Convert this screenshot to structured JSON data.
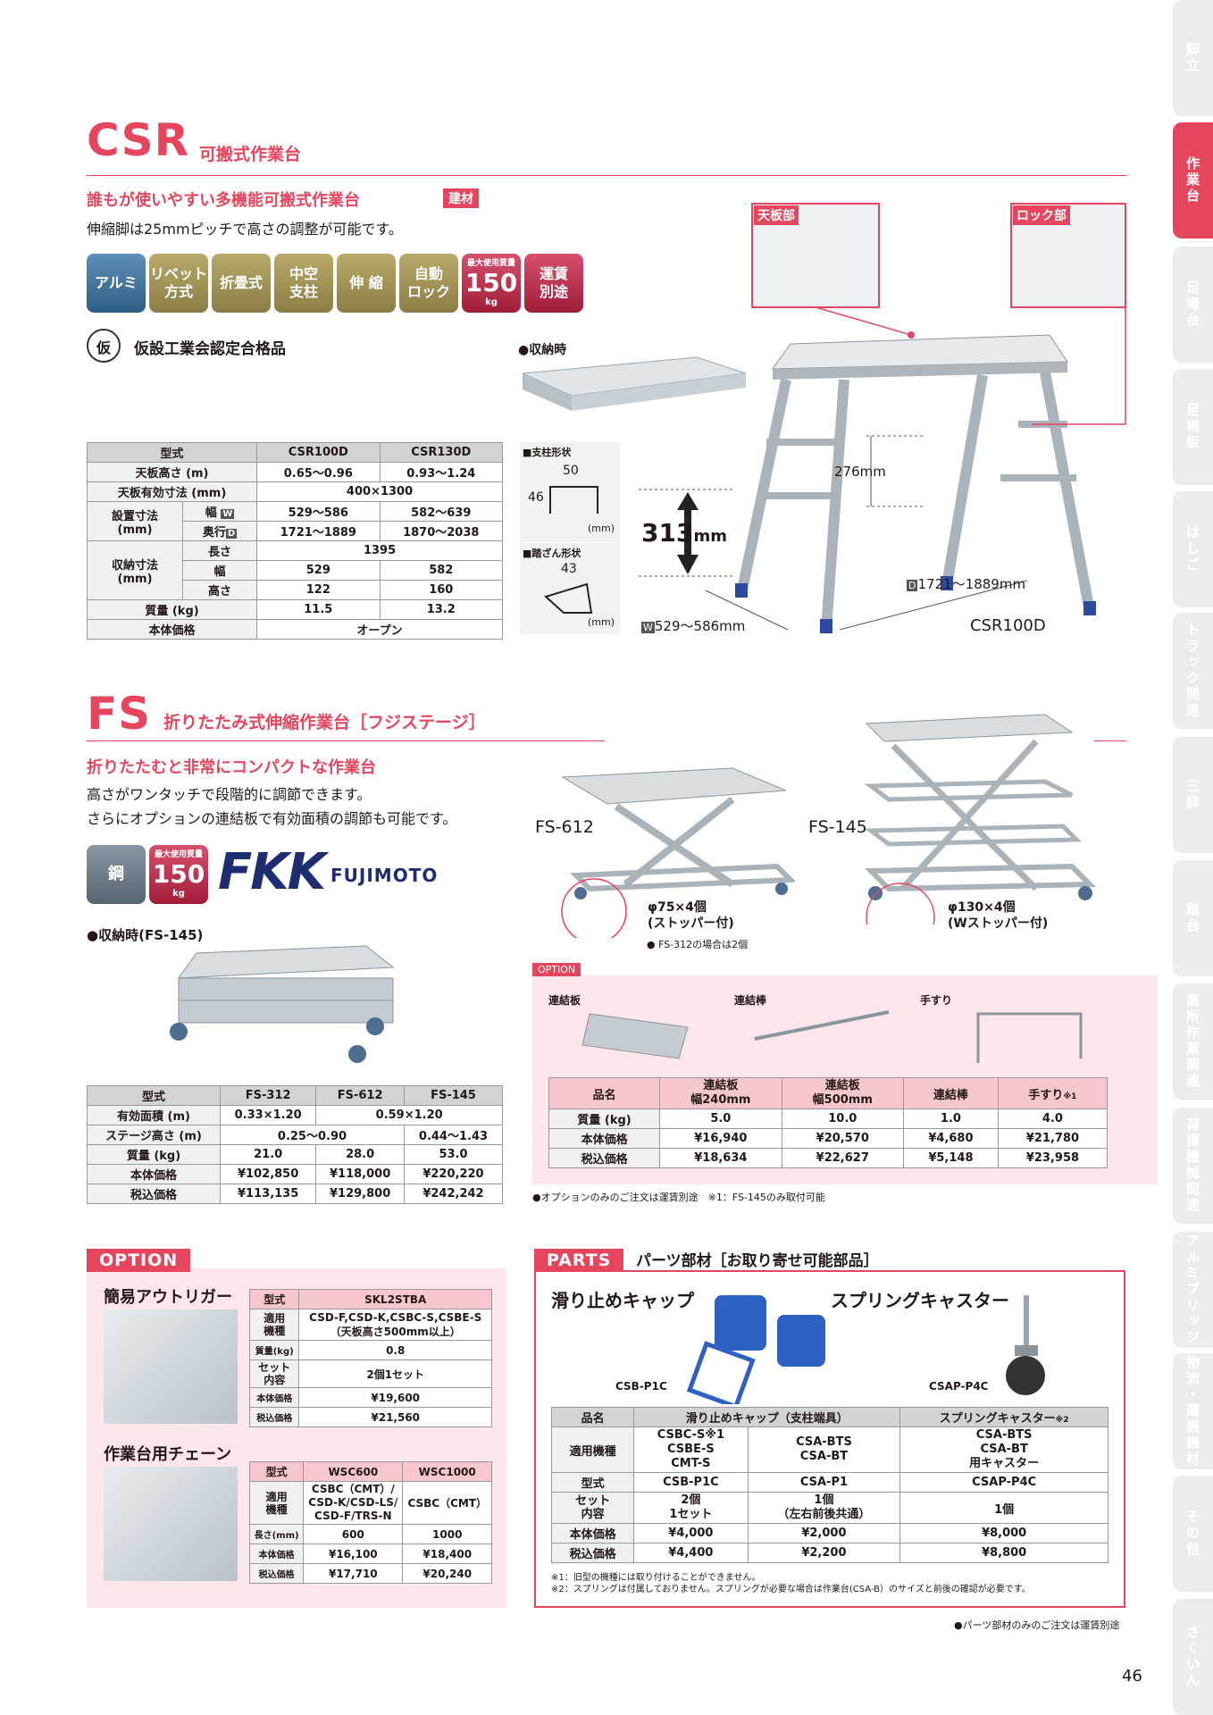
{
  "side_tabs": [
    "脚立",
    "作業台",
    "足場台",
    "足場板",
    "はしご",
    "トラック関連",
    "三脚",
    "踏台",
    "高所作業関連",
    "荷揚機械関連",
    "アルミブリッジ",
    "物流・運搬機材",
    "その他",
    "さくいん"
  ],
  "page_number": "46",
  "csr": {
    "code": "CSR",
    "name": "可搬式作業台",
    "catch": "誰もが使いやすい多機能可搬式作業台",
    "tag": "建材",
    "desc": "伸縮脚は25mmピッチで高さの調整が可能です。",
    "badges": [
      "アルミ",
      "リベット\n方式",
      "折畳式",
      "中空\n支柱",
      "伸 縮",
      "自動\nロック"
    ],
    "max_load_label": "最大使用質量",
    "max_load": "150",
    "max_load_unit": "kg",
    "shipping": "運賃\n別途",
    "cert_mark": "仮",
    "cert": "仮設工業会認定合格品",
    "storage_label": "●収納時",
    "callout_top": "天板部",
    "callout_lock": "ロック部",
    "dim_276": "276mm",
    "dim_313": "313",
    "dim_313_unit": "mm",
    "dim_d_letter": "D",
    "dim_d": "1721～1889mm",
    "dim_w_letter": "W",
    "dim_w": "529～586mm",
    "model_label": "CSR100D",
    "pillar_title": "■支柱形状",
    "pillar_w": "50",
    "pillar_h": "46",
    "pillar_unit": "(mm)",
    "step_title": "■踏ざん形状",
    "step_w": "43",
    "step_unit": "(mm)",
    "table": {
      "h_model": "型式",
      "models": [
        "CSR100D",
        "CSR130D"
      ],
      "r_top_height": "天板高さ (m)",
      "top_height": [
        "0.65～0.96",
        "0.93～1.24"
      ],
      "r_top_size": "天板有効寸法 (mm)",
      "top_size": "400×1300",
      "r_install": "設置寸法\n(mm)",
      "r_width": "幅",
      "r_width_letter": "W",
      "install_width": [
        "529～586",
        "582～639"
      ],
      "r_depth": "奥行",
      "r_depth_letter": "D",
      "install_depth": [
        "1721～1889",
        "1870～2038"
      ],
      "r_storage": "収納寸法\n(mm)",
      "r_len": "長さ",
      "storage_len": "1395",
      "r_sw": "幅",
      "storage_w": [
        "529",
        "582"
      ],
      "r_sh": "高さ",
      "storage_h": [
        "122",
        "160"
      ],
      "r_mass": "質量 (kg)",
      "mass": [
        "11.5",
        "13.2"
      ],
      "r_price": "本体価格",
      "price": "オープン"
    }
  },
  "fs": {
    "code": "FS",
    "name": "折りたたみ式伸縮作業台［フジステージ］",
    "catch": "折りたたむと非常にコンパクトな作業台",
    "desc1": "高さがワンタッチで段階的に調節できます。",
    "desc2": "さらにオプションの連結板で有効面積の調節も可能です。",
    "badge_steel": "鋼",
    "max_load_label": "最大使用質量",
    "max_load": "150",
    "max_load_unit": "kg",
    "brand": "FKK",
    "brand_sub": "FUJIMOTO",
    "storage_label": "●収納時(FS-145)",
    "label_612": "FS-612",
    "label_145": "FS-145",
    "caster1": "φ75×4個\n(ストッパー付)",
    "caster1_note": "● FS-312の場合は2個",
    "caster2": "φ130×4個\n(Wストッパー付)",
    "table": {
      "h_model": "型式",
      "models": [
        "FS-312",
        "FS-612",
        "FS-145"
      ],
      "r_area": "有効面積 (m)",
      "area": [
        "0.33×1.20",
        "0.59×1.20"
      ],
      "r_stage": "ステージ高さ (m)",
      "stage": [
        "0.25～0.90",
        "0.44～1.43"
      ],
      "r_mass": "質量 (kg)",
      "mass": [
        "21.0",
        "28.0",
        "53.0"
      ],
      "r_price": "本体価格",
      "price": [
        "¥102,850",
        "¥118,000",
        "¥220,220"
      ],
      "r_tax": "税込価格",
      "tax": [
        "¥113,135",
        "¥129,800",
        "¥242,242"
      ]
    },
    "option": {
      "tag": "OPTION",
      "img_labels": [
        "連結板",
        "連結棒",
        "手すり"
      ],
      "h_name": "品名",
      "cols": [
        "連結板\n幅240mm",
        "連結板\n幅500mm",
        "連結棒",
        "手すり"
      ],
      "note_mark": "※1",
      "r_mass": "質量 (kg)",
      "mass": [
        "5.0",
        "10.0",
        "1.0",
        "4.0"
      ],
      "r_price": "本体価格",
      "price": [
        "¥16,940",
        "¥20,570",
        "¥4,680",
        "¥21,780"
      ],
      "r_tax": "税込価格",
      "tax": [
        "¥18,634",
        "¥22,627",
        "¥5,148",
        "¥23,958"
      ],
      "footnote": "●オプションのみのご注文は運賃別途　※1：FS-145のみ取付可能"
    }
  },
  "option2": {
    "tag": "OPTION",
    "outrigger": {
      "title": "簡易アウトリガー",
      "r_model": "型式",
      "model": "SKL2STBA",
      "r_fit": "適用\n機種",
      "fit": "CSD-F,CSD-K,CSBC-S,CSBE-S\n（天板高さ500mm以上）",
      "r_mass": "質量(kg)",
      "mass": "0.8",
      "r_set": "セット\n内容",
      "set": "2個1セット",
      "r_price": "本体価格",
      "price": "¥19,600",
      "r_tax": "税込価格",
      "tax": "¥21,560"
    },
    "chain": {
      "title": "作業台用チェーン",
      "r_model": "型式",
      "models": [
        "WSC600",
        "WSC1000"
      ],
      "r_fit": "適用\n機種",
      "fit": [
        "CSBC（CMT）/\nCSD-K/CSD-LS/\nCSD-F/TRS-N",
        "CSBC（CMT）"
      ],
      "r_len": "長さ(mm)",
      "len": [
        "600",
        "1000"
      ],
      "r_price": "本体価格",
      "price": [
        "¥16,100",
        "¥18,400"
      ],
      "r_tax": "税込価格",
      "tax": [
        "¥17,710",
        "¥20,240"
      ]
    }
  },
  "parts": {
    "tag": "PARTS",
    "title": "パーツ部材［お取り寄せ可能部品］",
    "cap_title": "滑り止めキャップ",
    "caster_title": "スプリングキャスター",
    "cap_code": "CSB-P1C",
    "caster_code": "CSAP-P4C",
    "table": {
      "h_name": "品名",
      "cap_name": "滑り止めキャップ（支柱端具）",
      "caster_name": "スプリングキャスター",
      "caster_mark": "※2",
      "r_fit": "適用機種",
      "fit": [
        "CSBC-S※1\nCSBE-S\nCMT-S",
        "CSA-BTS\nCSA-BT",
        "CSA-BTS\nCSA-BT\n用キャスター"
      ],
      "r_model": "型式",
      "model": [
        "CSB-P1C",
        "CSA-P1",
        "CSAP-P4C"
      ],
      "r_set": "セット\n内容",
      "set": [
        "2個\n1セット",
        "1個\n（左右前後共通）",
        "1個"
      ],
      "r_price": "本体価格",
      "price": [
        "¥4,000",
        "¥2,000",
        "¥8,000"
      ],
      "r_tax": "税込価格",
      "tax": [
        "¥4,400",
        "¥2,200",
        "¥8,800"
      ]
    },
    "note1": "※1：旧型の機種には取り付けることができません。",
    "note2": "※2：スプリングは付属しておりません。スプリングが必要な場合は作業台(CSA-B）のサイズと前後の確認が必要です。",
    "footnote": "●パーツ部材のみのご注文は運賃別途"
  }
}
